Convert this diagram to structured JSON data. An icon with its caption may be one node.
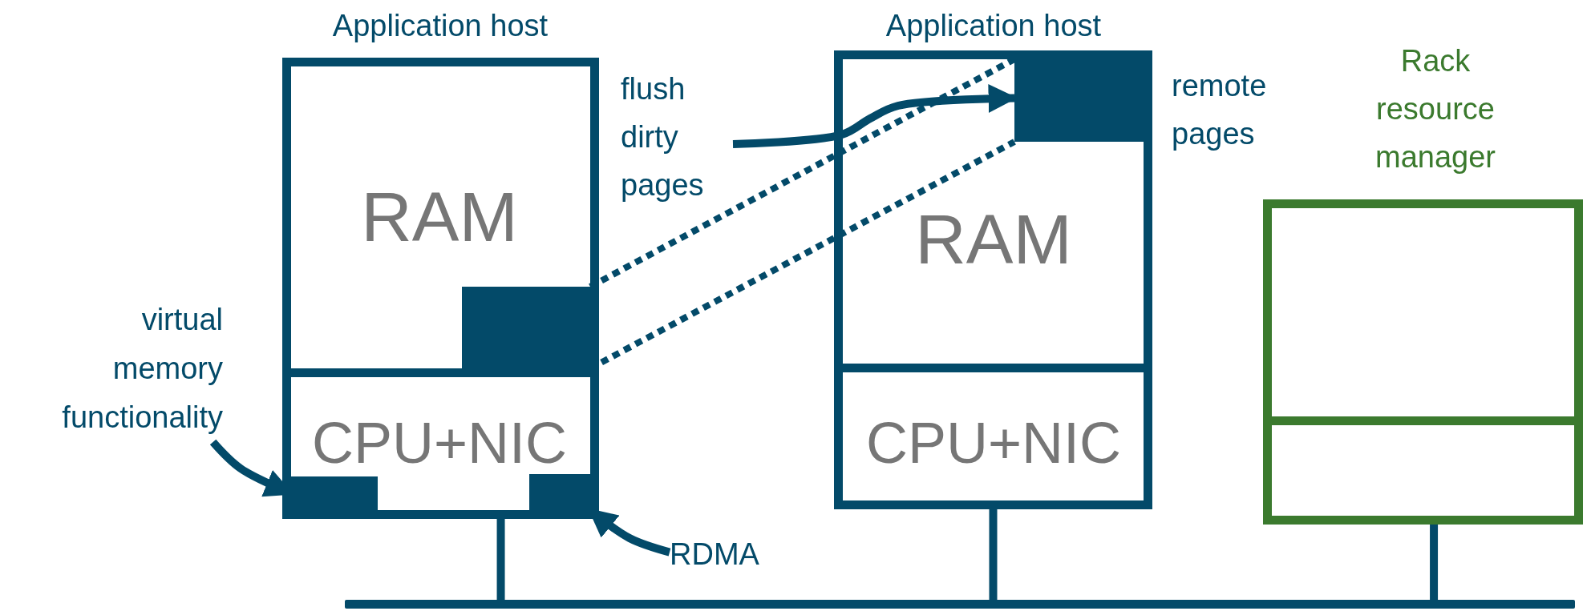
{
  "diagram": {
    "nodes": [
      {
        "text": [
          "Application host"
        ]
      },
      {
        "text": [
          "RAM"
        ],
        "in": 0
      },
      {
        "text": [],
        "shape": "box",
        "in": 1
      },
      {
        "text": [
          "CPU+NIC"
        ],
        "in": 0
      },
      {
        "text": [],
        "shape": "box",
        "in": 3
      },
      {
        "text": [],
        "shape": "box",
        "in": 3
      },
      {
        "text": [
          "Application host"
        ]
      },
      {
        "text": [
          "RAM"
        ],
        "in": 6
      },
      {
        "text": [],
        "shape": "box",
        "in": 7,
        "beside": [
          "remote pages"
        ]
      },
      {
        "text": [
          "CPU+NIC"
        ],
        "in": 6
      },
      {
        "text": [
          "Rack resource manager"
        ]
      },
      {
        "text": [],
        "shape": "box",
        "in": 10
      },
      {
        "text": [],
        "shape": "box",
        "in": 10
      },
      {
        "text": [
          "flush dirty pages"
        ]
      },
      {
        "text": [
          "virtual memory functionality"
        ]
      },
      {
        "text": [
          "RDMA"
        ]
      },
      {
        "text": [],
        "shape": "bar"
      }
    ],
    "edges": [
      {
        "from": 2,
        "to": 8,
        "arrow": "none",
        "style": "dashed"
      },
      {
        "from": 2,
        "to": 8,
        "arrow": "none",
        "style": "dashed"
      },
      {
        "from": 13,
        "to": 8,
        "arrow": "to"
      },
      {
        "from": 14,
        "to": 4,
        "arrow": "to"
      },
      {
        "from": 15,
        "to": 5,
        "arrow": "to"
      },
      {
        "from": 0,
        "to": 16,
        "arrow": "none"
      },
      {
        "from": 6,
        "to": 16,
        "arrow": "none"
      },
      {
        "from": 10,
        "to": 16,
        "arrow": "none"
      }
    ]
  }
}
